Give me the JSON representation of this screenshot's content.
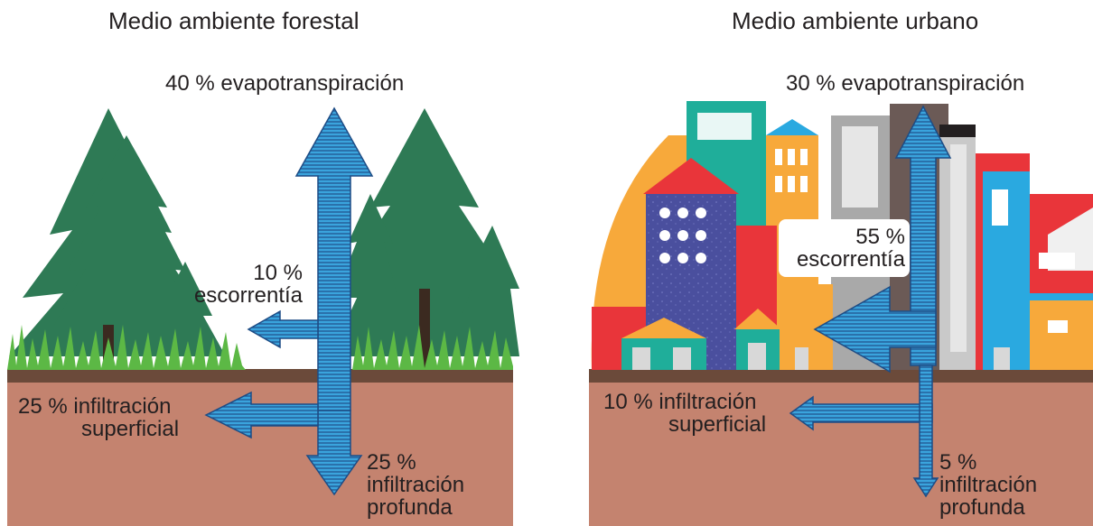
{
  "forest": {
    "title": "Medio ambiente forestal",
    "evapo": "40 % evapotranspiración",
    "runoff_pct": "10 %",
    "runoff": "escorrentía",
    "shallow_pct": "25 % infiltración",
    "shallow": "superficial",
    "deep_pct": "25 %",
    "deep_1": "infiltración",
    "deep_2": "profunda"
  },
  "urban": {
    "title": "Medio ambiente urbano",
    "evapo": "30 % evapotranspiración",
    "runoff_pct": "55 %",
    "runoff": "escorrentía",
    "shallow_pct": "10 % infiltración",
    "shallow": "superficial",
    "deep_pct": "5 %",
    "deep_1": "infiltración",
    "deep_2": "profunda"
  },
  "colors": {
    "soil": "#c4836f",
    "soil_top": "#6b4a3a",
    "arrow": "#3aa4dd",
    "tree": "#2e7a55",
    "grass": "#5cb845"
  },
  "icons": [
    "tree-icon",
    "grass-icon",
    "building-icon",
    "arrow-icon"
  ]
}
